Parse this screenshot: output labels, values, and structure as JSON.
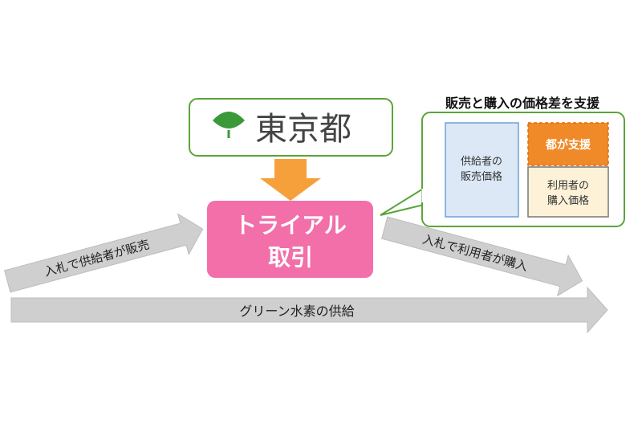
{
  "tokyo": {
    "name": "東京都"
  },
  "trial": {
    "line1": "トライアル",
    "line2": "取引"
  },
  "arrows": {
    "sell": "入札で供給者が販売",
    "buy": "入札で利用者が購入",
    "supply": "グリーン水素の供給"
  },
  "support": {
    "title": "販売と購入の価格差を支援",
    "seller_price": [
      "供給者の",
      "販売価格"
    ],
    "tokyo_support": "都が支援",
    "buyer_price": [
      "利用者の",
      "購入価格"
    ]
  },
  "colors": {
    "green": "#5aa43a",
    "orange": "#f08a28",
    "pink": "#f26faa",
    "gray": "#cfcfcf"
  }
}
